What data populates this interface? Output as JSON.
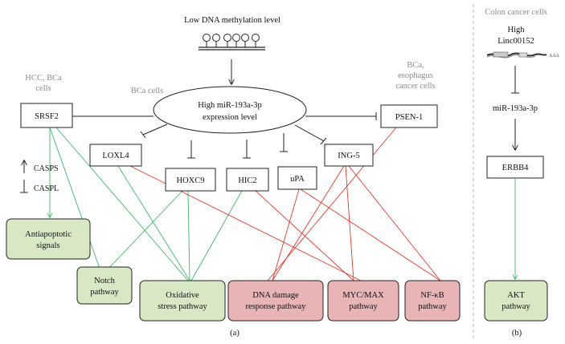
{
  "colors": {
    "green_line": "#3fb56a",
    "red_line": "#e03a2e",
    "green_box": "#d8e8c4",
    "red_box": "#e8b4b6",
    "grey_text": "#8a8a8a",
    "divider": "#bbbbbb"
  },
  "panel_a": {
    "top_label": "Low DNA methylation level",
    "center_node": {
      "line1": "High miR-193a-3p",
      "line2": "expression level"
    },
    "annotations": {
      "hcc_bca": {
        "line1": "HCC, BCa",
        "line2": "cells"
      },
      "bca": "BCa cells",
      "bca_esophagus": {
        "line1": "BCa,",
        "line2": "esophagus",
        "line3": "cancer cells"
      }
    },
    "targets": {
      "srsf2": "SRSF2",
      "loxl4": "LOXL4",
      "hoxc9": "HOXC9",
      "hic2": "HIC2",
      "upa": "uPA",
      "ing5": "ING-5",
      "psen1": "PSEN-1"
    },
    "casp": {
      "casps": "CASPS",
      "caspl": "CASPL"
    },
    "pathways": {
      "antiapoptotic": {
        "line1": "Antiapoptotic",
        "line2": "signals"
      },
      "notch": {
        "line1": "Notch",
        "line2": "pathway"
      },
      "oxidative": {
        "line1": "Oxidative",
        "line2": "stress pathway"
      },
      "dna_damage": {
        "line1": "DNA damage",
        "line2": "response pathway"
      },
      "myc_max": {
        "line1": "MYC/MAX",
        "line2": "pathway"
      },
      "nfkb": {
        "line1": "NF-κB",
        "line2": "pathway"
      }
    },
    "caption": "(a)"
  },
  "panel_b": {
    "header": "Colon cancer cells",
    "high": "High",
    "lnc": "Linc00152",
    "mir": "miR-193a-3p",
    "erbb4": "ERBB4",
    "akt": {
      "line1": "AKT",
      "line2": "pathway"
    },
    "caption": "(b)"
  }
}
